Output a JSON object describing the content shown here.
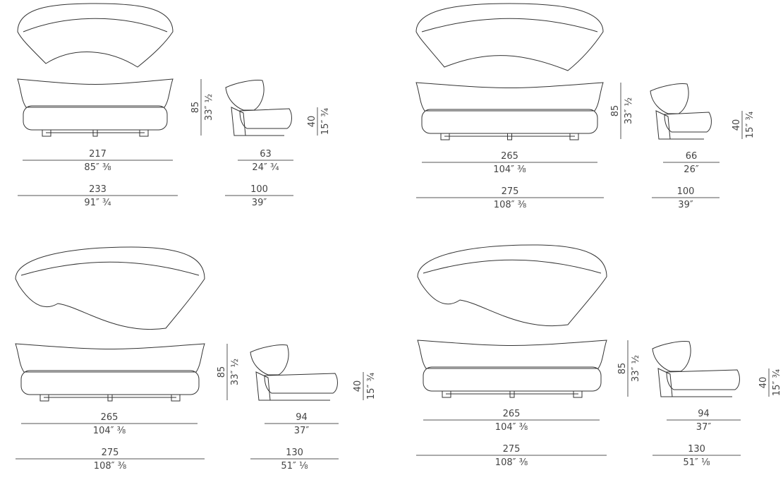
{
  "panels": [
    {
      "height_cm": "85",
      "height_in": "33″ ½",
      "seat_cm": "40",
      "seat_in": "15″ ¾",
      "width_cm": "217",
      "width_in": "85″ ⅜",
      "overall_cm": "233",
      "overall_in": "91″ ¾",
      "depth_cm": "63",
      "depth_in": "24″ ¾",
      "overall_depth_cm": "100",
      "overall_depth_in": "39″"
    },
    {
      "height_cm": "85",
      "height_in": "33″ ½",
      "seat_cm": "40",
      "seat_in": "15″ ¾",
      "width_cm": "265",
      "width_in": "104″ ⅜",
      "overall_cm": "275",
      "overall_in": "108″ ⅜",
      "depth_cm": "66",
      "depth_in": "26″",
      "overall_depth_cm": "100",
      "overall_depth_in": "39″"
    },
    {
      "height_cm": "85",
      "height_in": "33″ ½",
      "seat_cm": "40",
      "seat_in": "15″ ¾",
      "width_cm": "265",
      "width_in": "104″ ⅜",
      "overall_cm": "275",
      "overall_in": "108″ ⅜",
      "depth_cm": "94",
      "depth_in": "37″",
      "overall_depth_cm": "130",
      "overall_depth_in": "51″ ⅛"
    },
    {
      "height_cm": "85",
      "height_in": "33″ ½",
      "seat_cm": "40",
      "seat_in": "15″ ¾",
      "width_cm": "265",
      "width_in": "104″ ⅜",
      "overall_cm": "275",
      "overall_in": "108″ ⅜",
      "depth_cm": "94",
      "depth_in": "37″",
      "overall_depth_cm": "130",
      "overall_depth_in": "51″ ⅛"
    }
  ]
}
